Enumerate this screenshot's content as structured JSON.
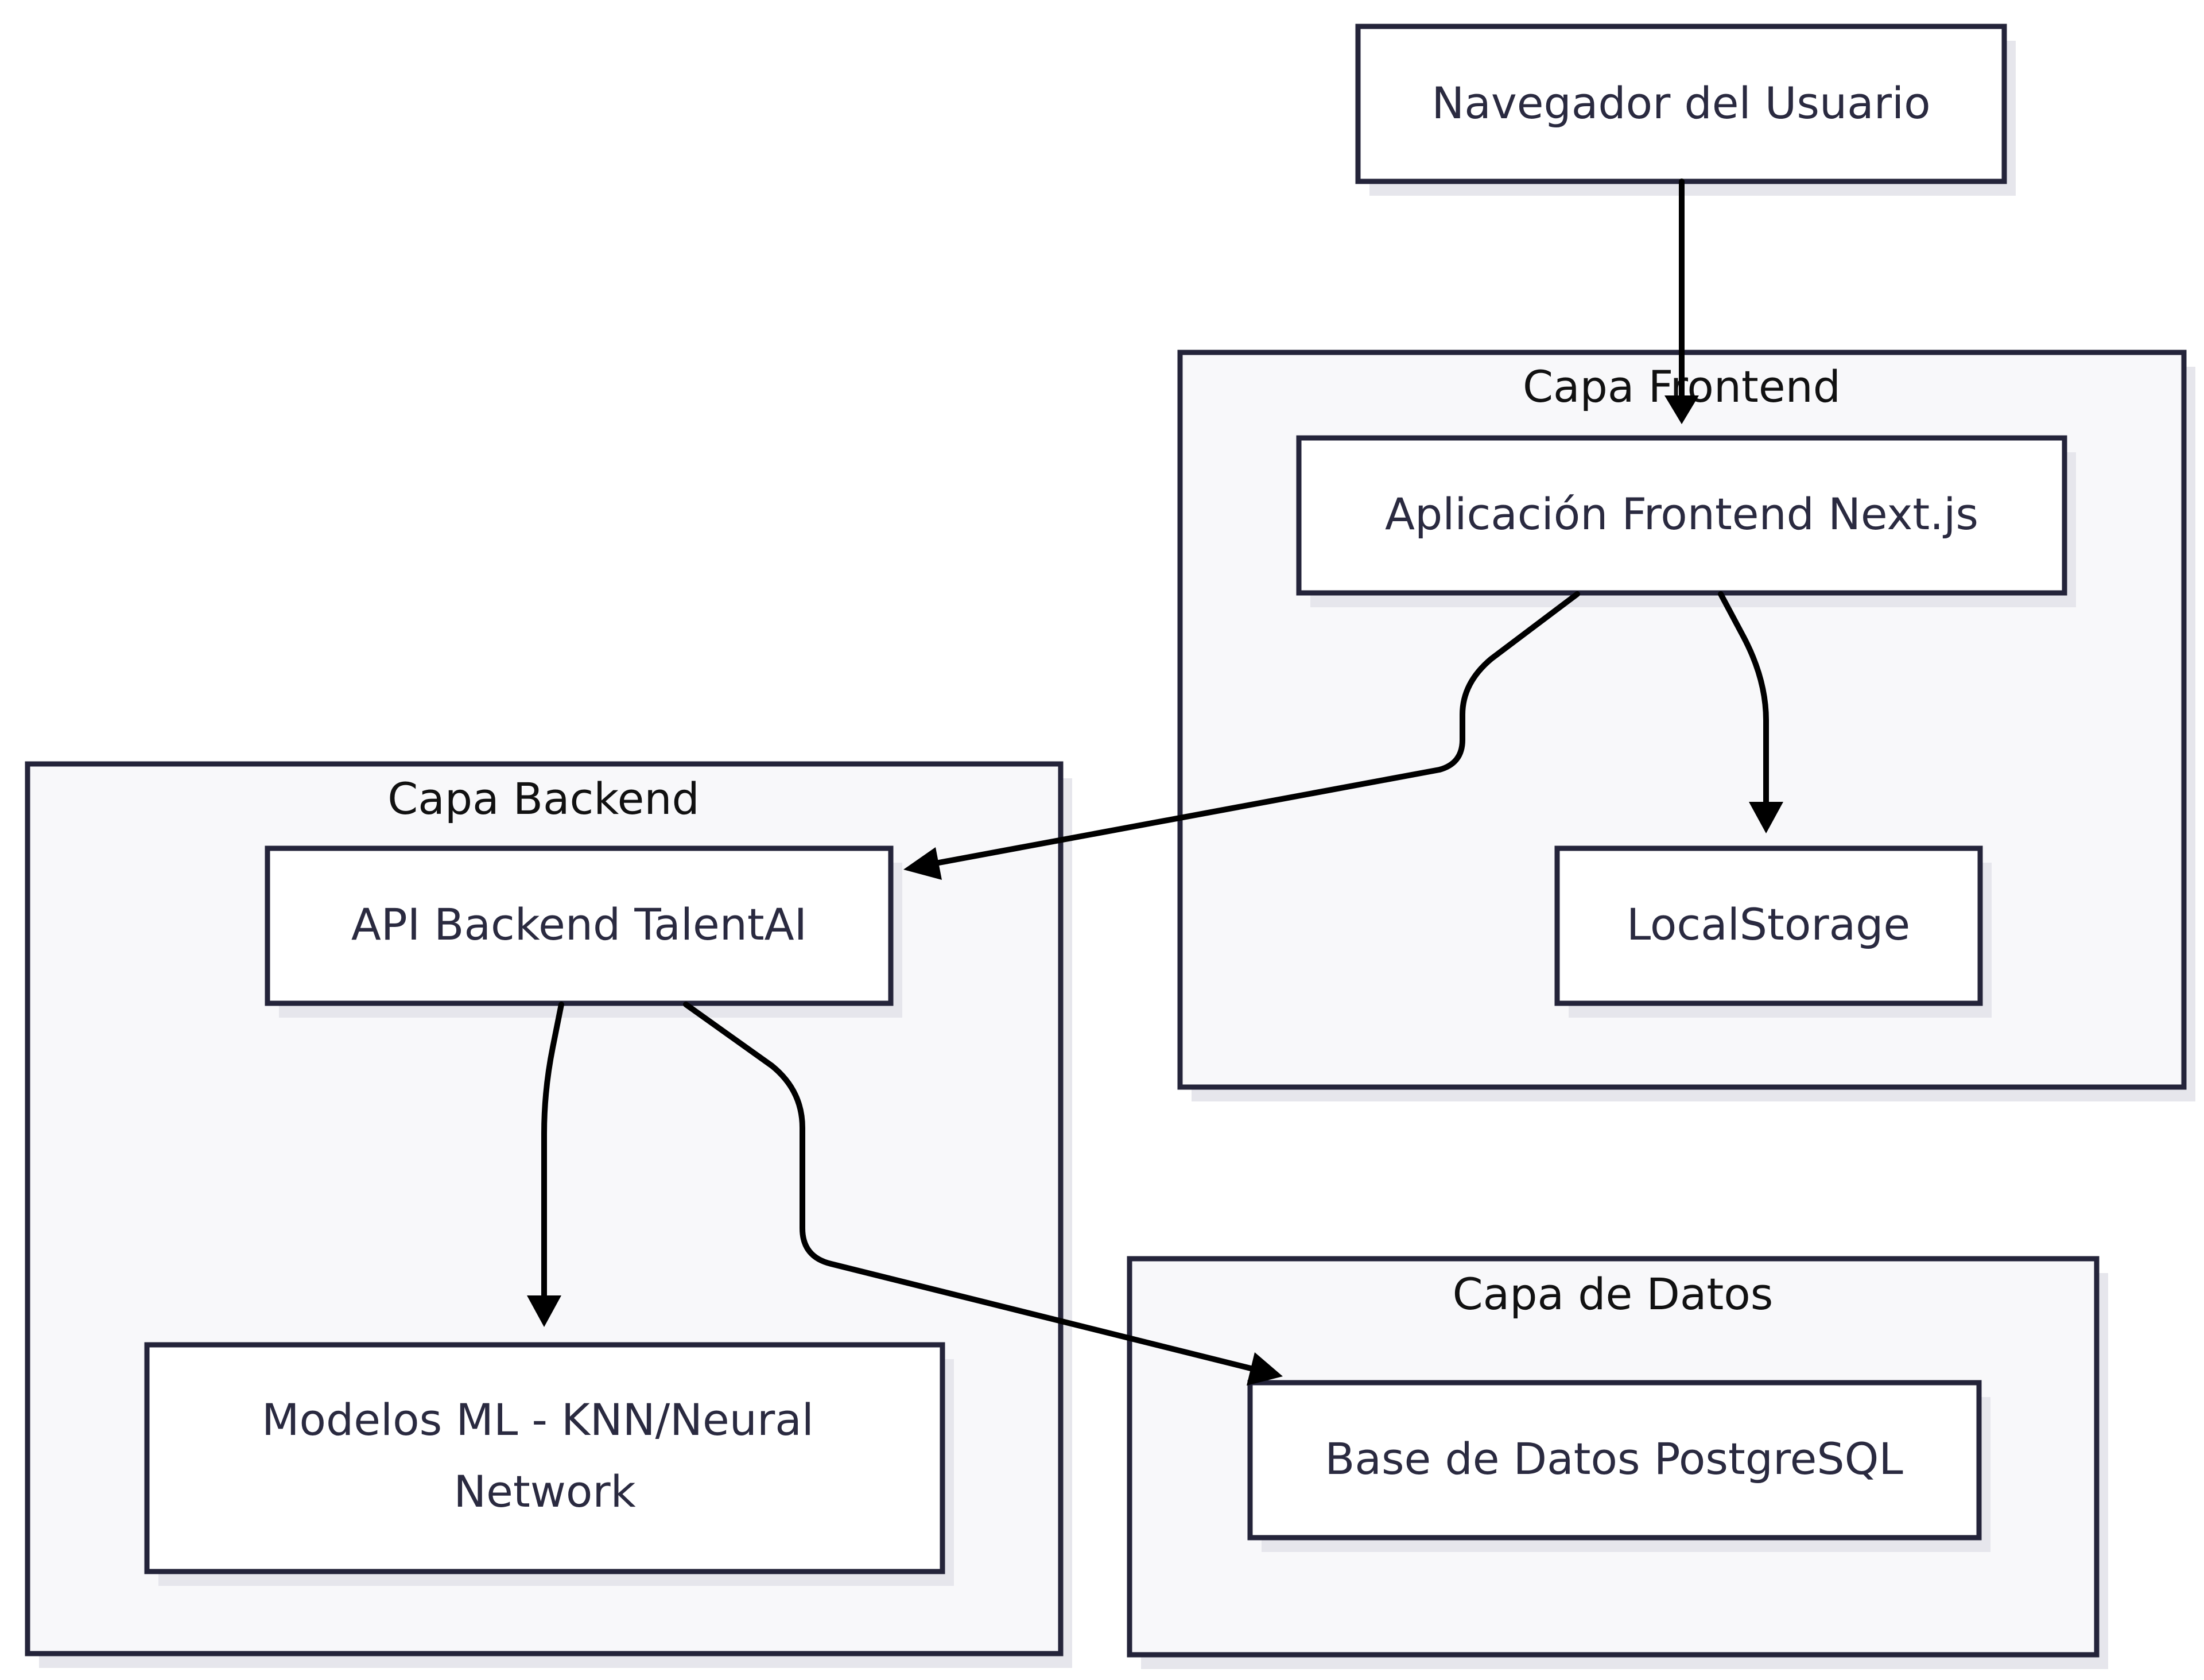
{
  "clusters": {
    "frontend": {
      "title": "Capa Frontend"
    },
    "backend": {
      "title": "Capa Backend"
    },
    "data": {
      "title": "Capa de Datos"
    }
  },
  "nodes": {
    "browser": {
      "label": "Navegador del Usuario"
    },
    "nextjs": {
      "label": "Aplicación Frontend Next.js"
    },
    "localstorage": {
      "label": "LocalStorage"
    },
    "api": {
      "label": "API Backend TalentAI"
    },
    "ml": {
      "label_line1": "Modelos ML - KNN/Neural",
      "label_line2": "Network"
    },
    "postgres": {
      "label": "Base de Datos PostgreSQL"
    }
  },
  "edges": [
    {
      "from": "browser",
      "to": "nextjs"
    },
    {
      "from": "nextjs",
      "to": "api"
    },
    {
      "from": "nextjs",
      "to": "localstorage"
    },
    {
      "from": "api",
      "to": "ml"
    },
    {
      "from": "api",
      "to": "postgres"
    }
  ],
  "colors": {
    "stroke": "#24243a",
    "cluster_fill": "#f8f8fa",
    "node_fill": "#ffffff",
    "shadow": "#e6e6ec",
    "edge": "#000000",
    "text": "#2a2a40"
  }
}
